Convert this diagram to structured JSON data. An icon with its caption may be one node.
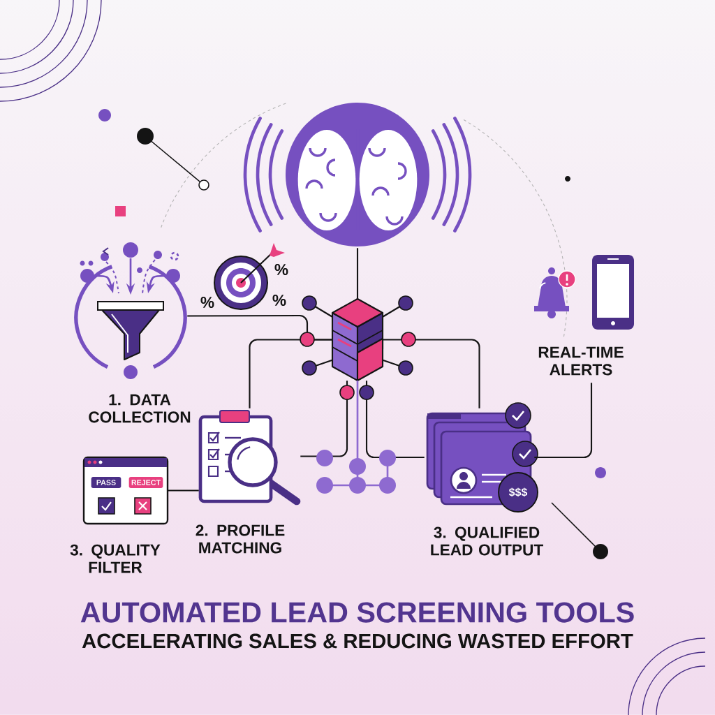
{
  "diagram": {
    "title": "AUTOMATED LEAD SCREENING TOOLS",
    "caption": "ACCELERATING SALES & REDUCING WASTED EFFORT",
    "nodes": [
      {
        "text": [],
        "shape": "picture"
      },
      {
        "text": [
          "1. DATA COLLECTION"
        ]
      },
      {
        "text": [
          "REAL-TIME ALERTS"
        ]
      },
      {
        "text": [],
        "shape": "picture"
      },
      {
        "text": [
          "2. PROFILE MATCHING"
        ]
      },
      {
        "text": [
          "PASS",
          "REJECT",
          "3. QUALITY FILTER"
        ]
      },
      {
        "text": [
          "$$$",
          "3. QUALIFIED LEAD OUTPUT"
        ]
      }
    ],
    "edges": [
      {
        "from": 0,
        "to": 3,
        "arrow": "none"
      },
      {
        "from": 1,
        "to": 3,
        "arrow": "none"
      },
      {
        "from": 3,
        "to": 4,
        "arrow": "none"
      },
      {
        "from": 3,
        "to": 6,
        "arrow": "none"
      },
      {
        "from": 5,
        "to": 4,
        "arrow": "none"
      },
      {
        "from": 3,
        "to": 4,
        "arrow": "none"
      },
      {
        "from": 3,
        "to": 6,
        "arrow": "none"
      },
      {
        "from": 2,
        "to": 6,
        "arrow": "none"
      }
    ],
    "labels": [
      "%",
      "%",
      "%"
    ]
  }
}
